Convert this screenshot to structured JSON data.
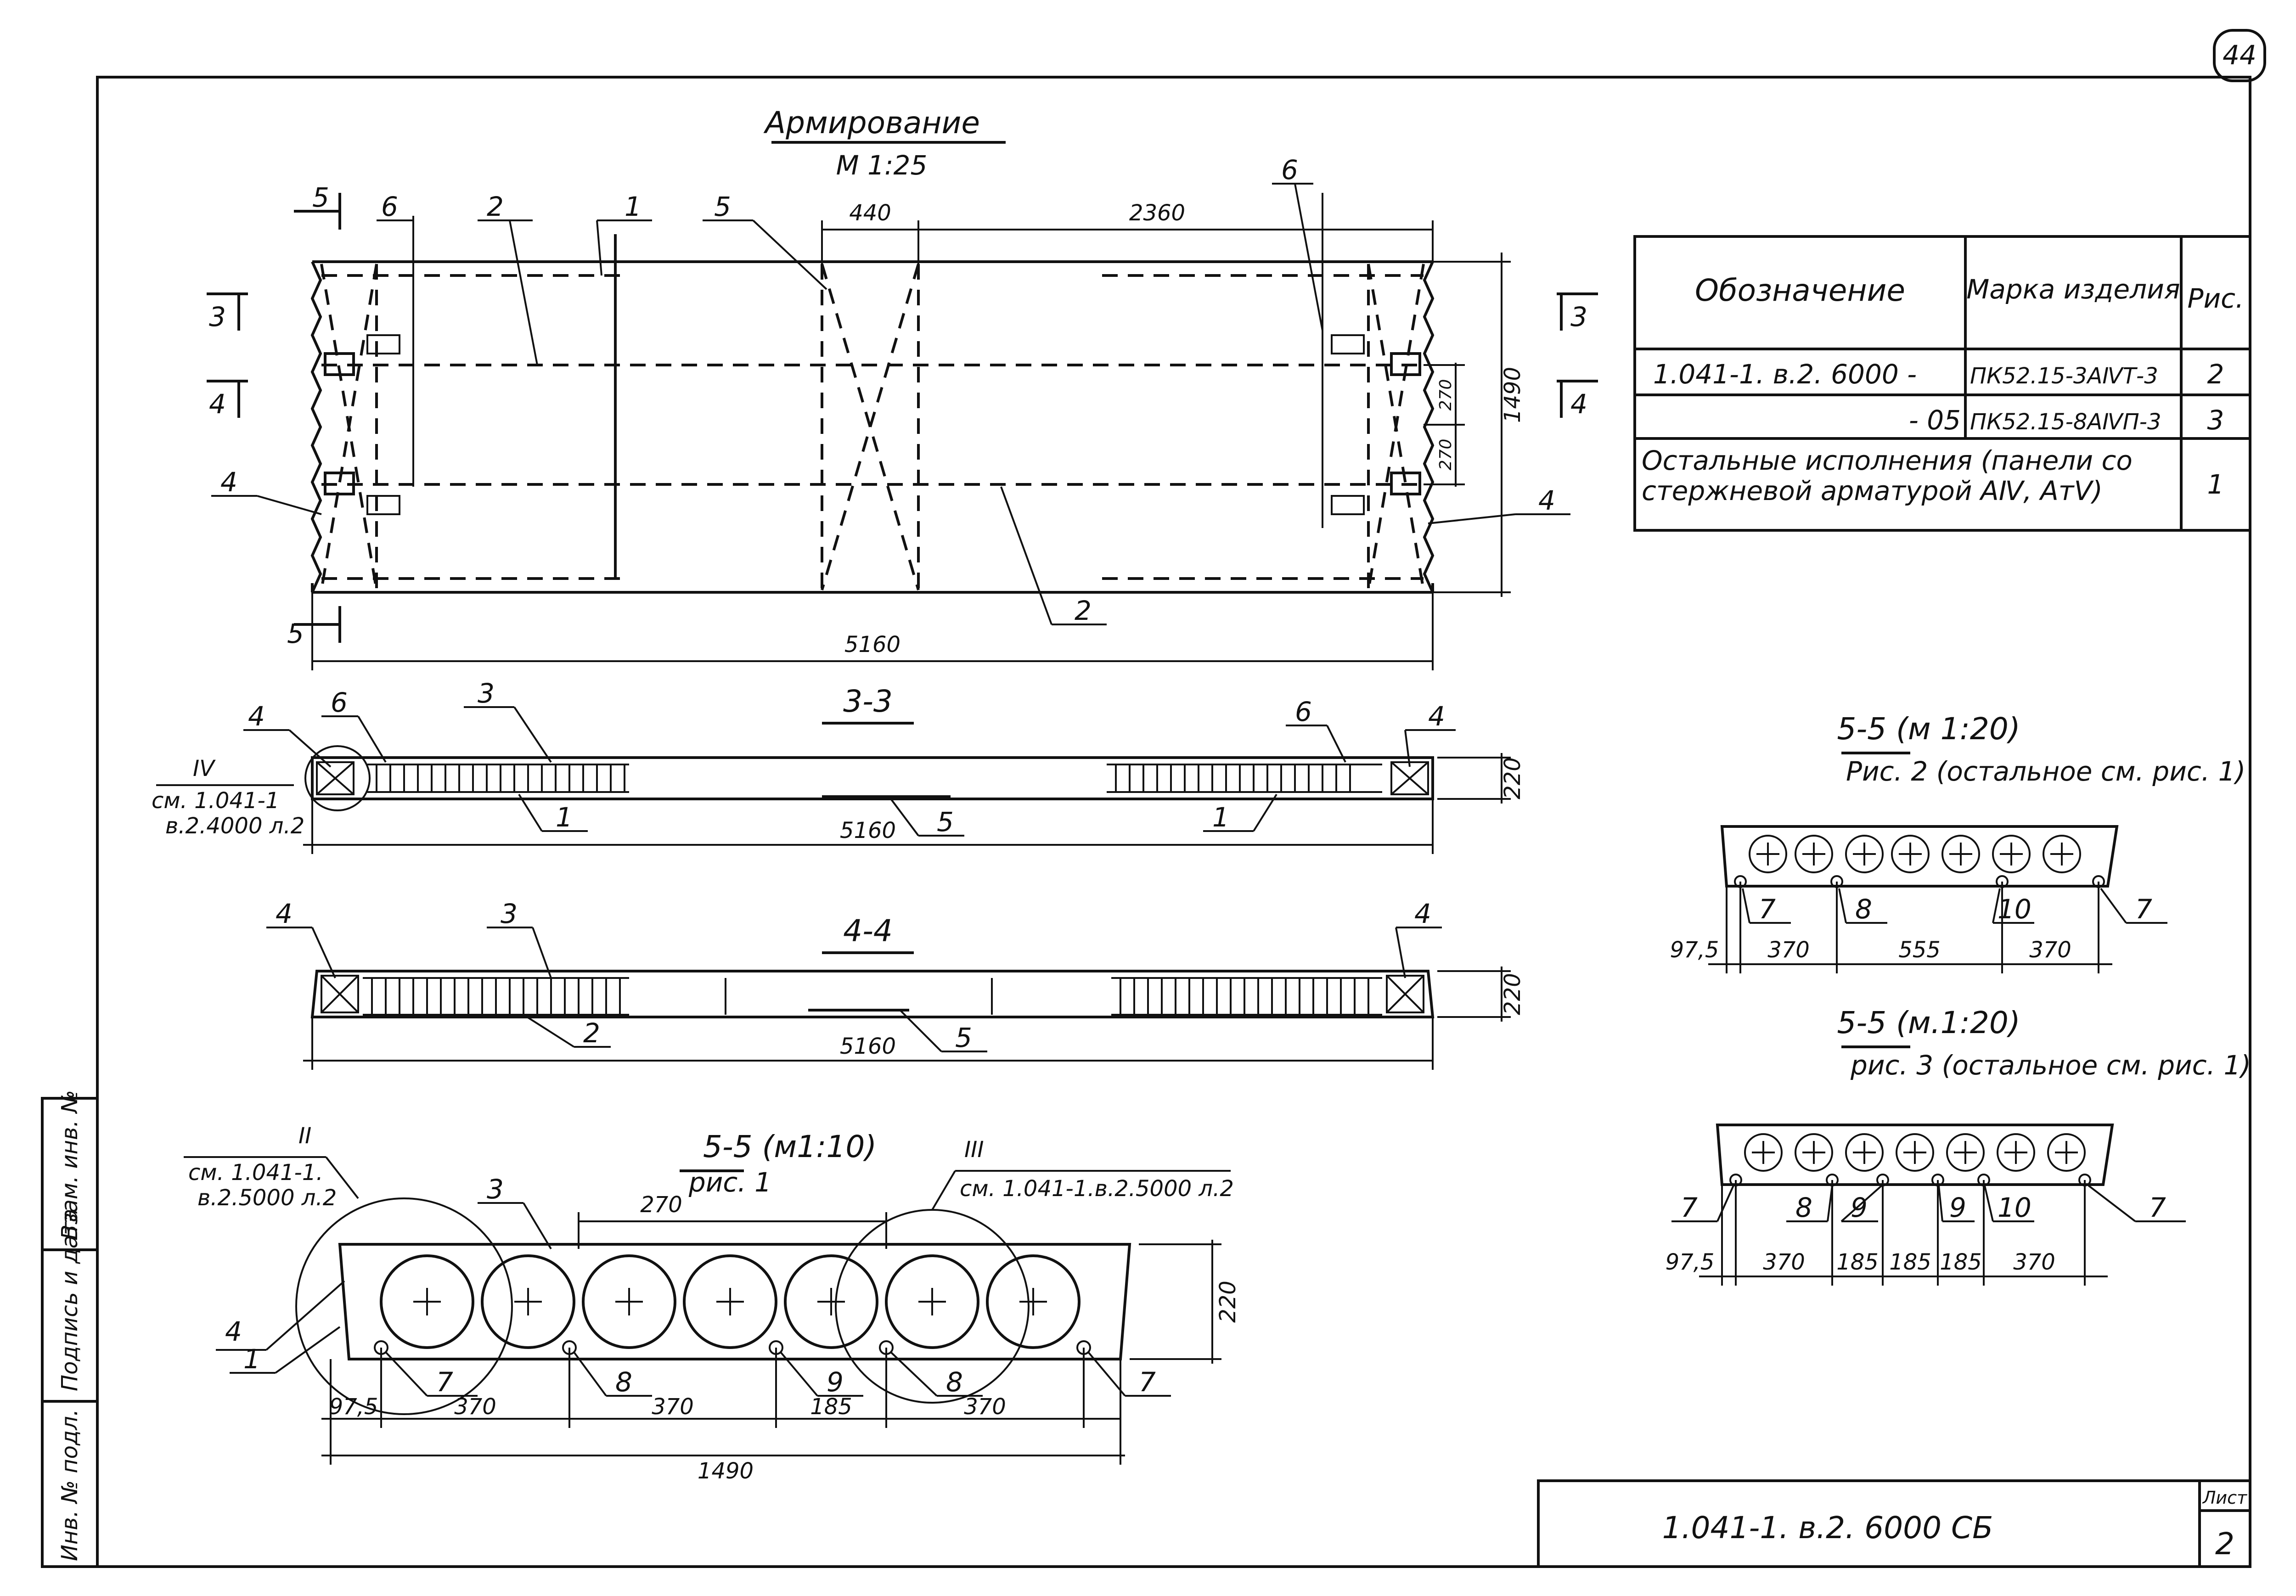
{
  "sheet_no_corner": "44",
  "side_stamp": [
    "Инв. № подл.",
    "Подпись и дата",
    "Взам. инв. №"
  ],
  "plan": {
    "title": "Армирование",
    "scale": "М 1:25",
    "dims": {
      "top_a": "440",
      "top_b": "2360",
      "height": "1490",
      "inner_a": "270",
      "inner_b": "270",
      "length": "5160"
    },
    "section_marks": {
      "s5": "5",
      "s3": "3",
      "s4": "4"
    },
    "callouts": [
      "1",
      "2",
      "2",
      "4",
      "4",
      "5",
      "6",
      "6"
    ]
  },
  "sec33": {
    "title": "3-3",
    "dims": {
      "height": "220",
      "length": "5160"
    },
    "callouts": [
      "1",
      "1",
      "3",
      "4",
      "4",
      "5",
      "6",
      "6"
    ],
    "ref": {
      "roman": "IV",
      "line1": "см. 1.041-1",
      "line2": "в.2.4000 л.2"
    }
  },
  "sec44": {
    "title": "4-4",
    "dims": {
      "height": "220",
      "length": "5160"
    },
    "callouts": [
      "2",
      "3",
      "4",
      "4",
      "5"
    ]
  },
  "sec55_1": {
    "title": "5-5 (м1:10)",
    "subtitle": "рис. 1",
    "dims": {
      "top": "270",
      "height": "220",
      "d1": "97,5",
      "d2": "370",
      "d3": "370",
      "d4": "185",
      "d5": "370",
      "width": "1490"
    },
    "callouts": [
      "1",
      "3",
      "4",
      "7",
      "7",
      "8",
      "8",
      "9"
    ],
    "ref_left": {
      "roman": "II",
      "line1": "см. 1.041-1.",
      "line2": "в.2.5000 л.2"
    },
    "ref_right": {
      "roman": "III",
      "line1": "см. 1.041-1.в.2.5000 л.2"
    }
  },
  "sec55_2": {
    "title": "5-5 (м 1:20)",
    "subtitle": "Рис. 2 (остальное см. рис. 1)",
    "dims": {
      "d1": "97,5",
      "d2": "370",
      "d3": "555",
      "d4": "370"
    },
    "callouts": [
      "7",
      "8",
      "10",
      "7"
    ]
  },
  "sec55_3": {
    "title": "5-5 (м.1:20)",
    "subtitle": "рис. 3 (остальное см. рис. 1)",
    "dims": {
      "d1": "97,5",
      "d2": "370",
      "d3": "185",
      "d4": "185",
      "d5": "185",
      "d6": "370"
    },
    "callouts": [
      "7",
      "8",
      "9",
      "9",
      "10",
      "7"
    ]
  },
  "table": {
    "headers": [
      "Обозначение",
      "Марка изделия",
      "Рис."
    ],
    "rows": [
      {
        "designation": "1.041-1. в.2. 6000 -",
        "mark": "ПК52.15-3АⅣТ-3",
        "fig": "2"
      },
      {
        "designation": "- 05",
        "mark": "ПК52.15-8АⅣП-3",
        "fig": "3"
      },
      {
        "designation": "Остальные исполнения (панели со стержневой арматурой АⅣ, АтⅤ)",
        "mark": "",
        "fig": "1"
      }
    ]
  },
  "title_block": {
    "code": "1.041-1. в.2. 6000 СБ",
    "sheet_label": "Лист",
    "sheet_no": "2"
  }
}
